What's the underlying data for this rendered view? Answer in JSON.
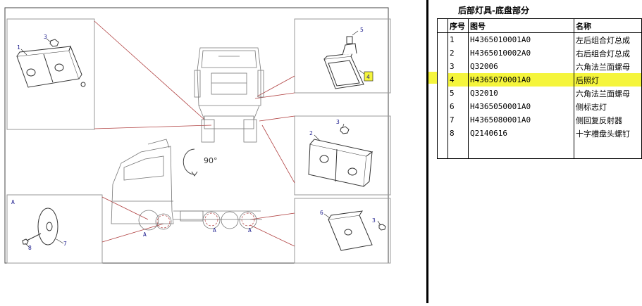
{
  "diagram": {
    "rotation_label": "90°",
    "callouts": {
      "c1": "1",
      "c2": "2",
      "c3a": "3",
      "c3b": "3",
      "c3c": "3",
      "c4": "4",
      "c5": "5",
      "c6": "6",
      "c7": "7",
      "c8": "8",
      "detail_a": "A",
      "view_a1": "A",
      "view_a2": "A",
      "view_a3": "A"
    },
    "colors": {
      "line": "#4a4a4a",
      "leader": "#b04040",
      "highlight": "#f5f53c",
      "frame": "#9a9a9a"
    }
  },
  "parts_panel": {
    "title": "后部灯具-底盘部分",
    "headers": [
      "序号",
      "图号",
      "名称"
    ],
    "rows": [
      {
        "no": "1",
        "code": "H4365010001A0",
        "name": "左后组合灯总成",
        "highlighted": false
      },
      {
        "no": "2",
        "code": "H4365010002A0",
        "name": "右后组合灯总成",
        "highlighted": false
      },
      {
        "no": "3",
        "code": "Q32006",
        "name": "六角法兰面螺母",
        "highlighted": false
      },
      {
        "no": "4",
        "code": "H4365070001A0",
        "name": "后照灯",
        "highlighted": true
      },
      {
        "no": "5",
        "code": "Q32010",
        "name": "六角法兰面螺母",
        "highlighted": false
      },
      {
        "no": "6",
        "code": "H4365050001A0",
        "name": "侧标志灯",
        "highlighted": false
      },
      {
        "no": "7",
        "code": "H4365080001A0",
        "name": "侧回复反射器",
        "highlighted": false
      },
      {
        "no": "8",
        "code": "Q2140616",
        "name": "十字槽盘头螺钉",
        "highlighted": false
      }
    ]
  }
}
